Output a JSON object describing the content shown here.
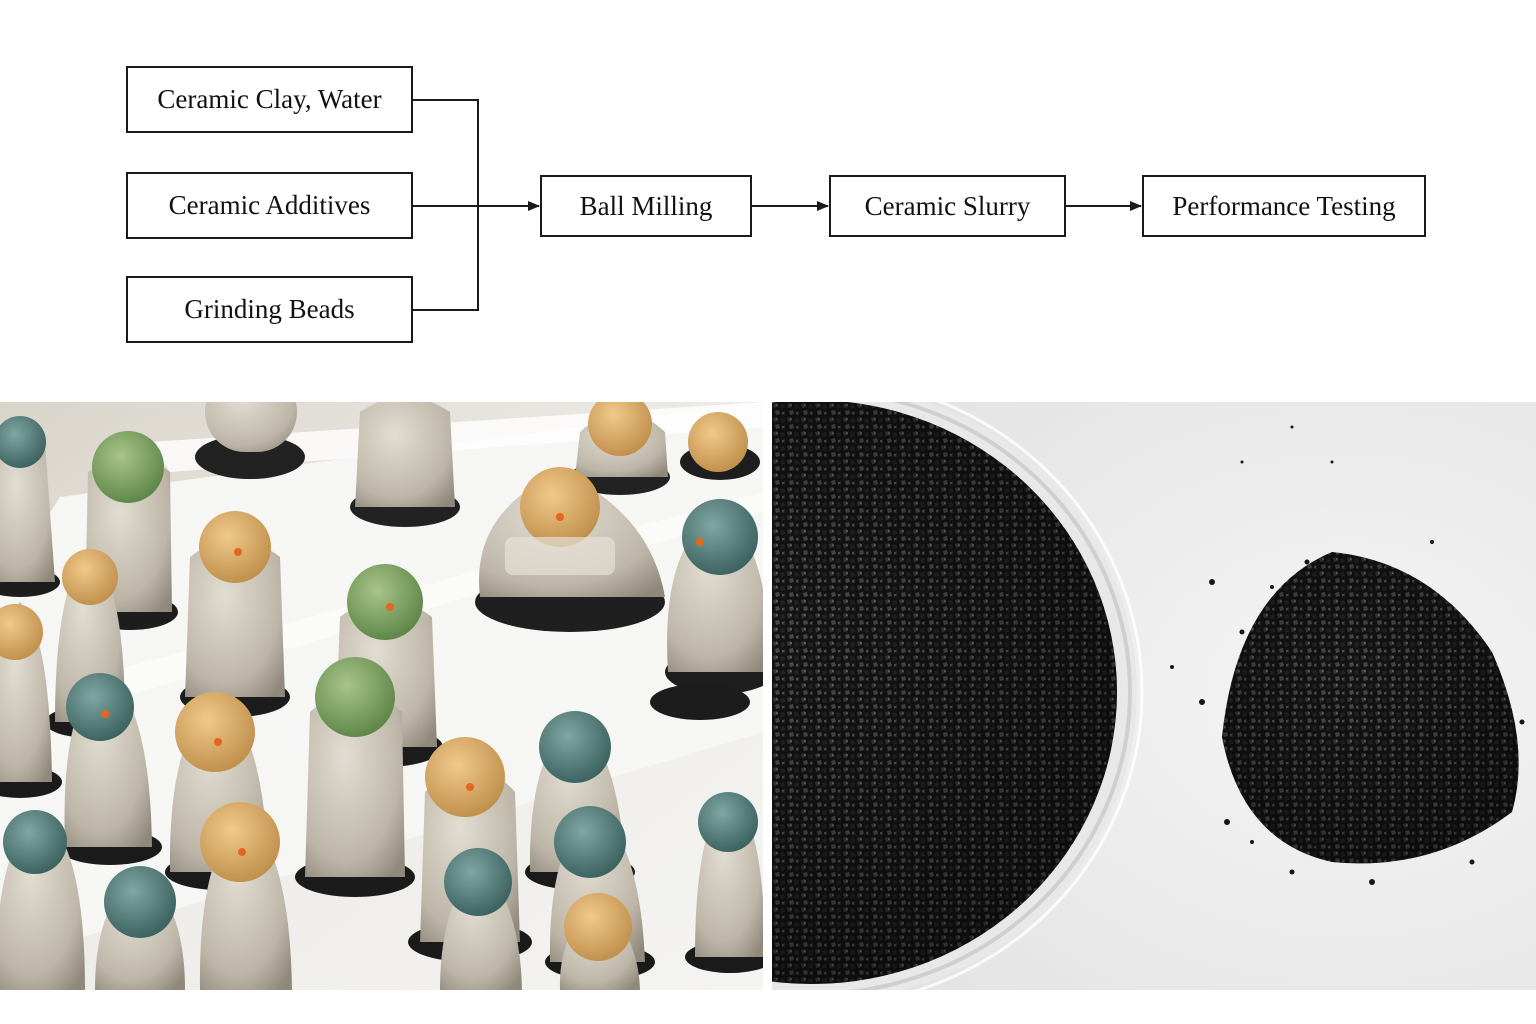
{
  "flowchart": {
    "inputs": [
      {
        "label": "Ceramic Clay, Water"
      },
      {
        "label": "Ceramic Additives"
      },
      {
        "label": "Grinding Beads"
      }
    ],
    "steps": [
      {
        "label": "Ball Milling"
      },
      {
        "label": "Ceramic Slurry"
      },
      {
        "label": "Performance Testing"
      }
    ],
    "line_color": "#1a1a1a"
  },
  "photos": {
    "left": {
      "subject": "ceramic-figurines-photo"
    },
    "right": {
      "subject": "black-granules-photo"
    }
  }
}
